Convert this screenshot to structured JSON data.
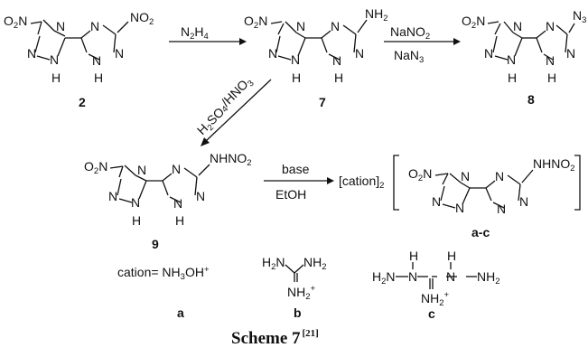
{
  "compounds": {
    "c2": "2",
    "c7": "7",
    "c8": "8",
    "c9": "9",
    "salt": "a-c"
  },
  "atoms": {
    "N": "N",
    "H": "H",
    "O": "O",
    "NH": "NH",
    "NH2": "NH",
    "N3": "N",
    "NHNO2": "NHNO",
    "two": "2",
    "three": "3"
  },
  "reagents": {
    "hydrazine_main": "N",
    "hydrazine_sub": "2",
    "hydrazine_sub2": "H",
    "hydrazine_sub3": "4",
    "nano2": "NaNO",
    "nano2_sub": "2",
    "nan3": "NaN",
    "nan3_sub": "3",
    "h2so4": "H",
    "h2so4_a": "SO",
    "h2so4_b": "/HNO",
    "base": "base",
    "etoh": "EtOH",
    "cation_bracket": "[cation]"
  },
  "legend": {
    "cation_eq": "cation= NH",
    "cation_oh": "OH",
    "cation_sub": "3",
    "cation_plus": "+",
    "label_a": "a",
    "label_b": "b",
    "label_c": "c"
  },
  "caption": {
    "text": "Scheme 7",
    "ref": "[21]"
  }
}
